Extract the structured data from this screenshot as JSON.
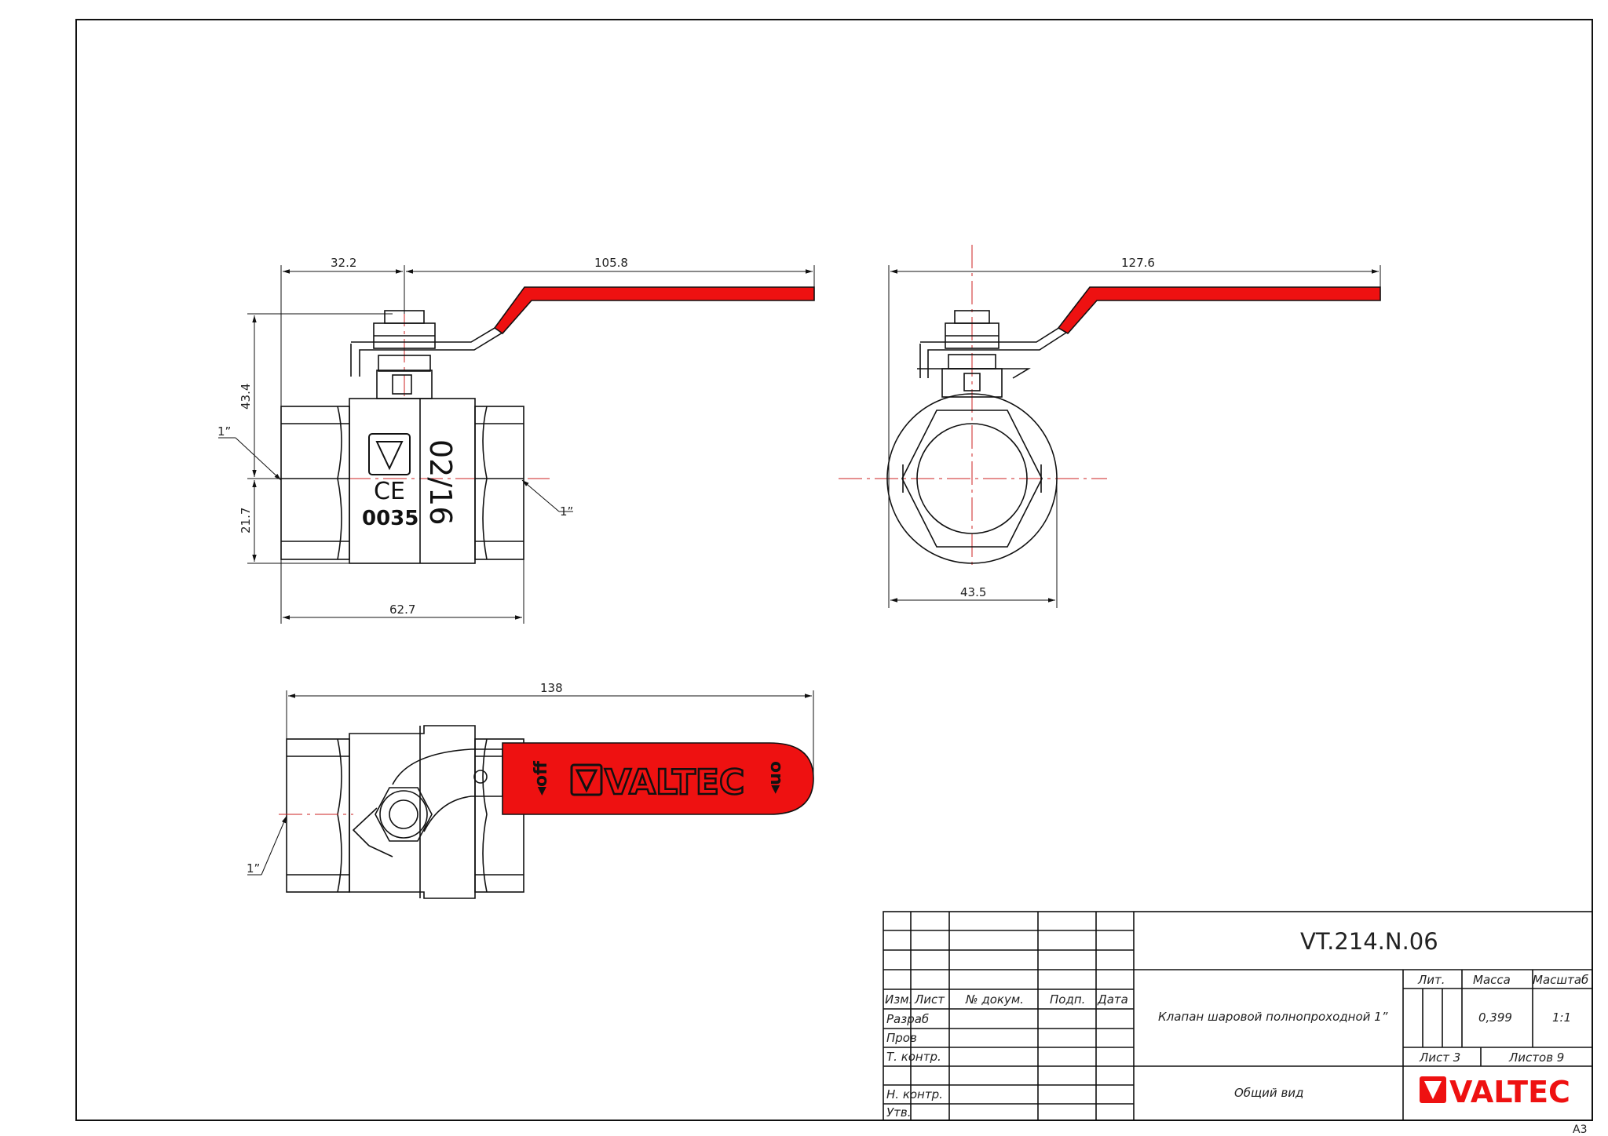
{
  "drawing": {
    "dimensions": {
      "d_32_2": "32.2",
      "d_105_8": "105.8",
      "d_43_4": "43.4",
      "d_21_7": "21.7",
      "d_62_7": "62.7",
      "d_1in_left": "1”",
      "d_1in_right": "1”",
      "d_127_6": "127.6",
      "d_43_5": "43.5",
      "d_138": "138",
      "d_1in_bottom": "1”"
    },
    "body_marks": {
      "date": "02/16",
      "ce": "CE",
      "number": "0035"
    },
    "handle": {
      "off": "◂off",
      "on": "on▸",
      "brand": "VALTEC"
    }
  },
  "title_block": {
    "designation": "VT.214.N.06",
    "headers": {
      "izm": "Изм.",
      "list": "Лист",
      "doc_no": "№ докум.",
      "sign": "Подп.",
      "date": "Дата"
    },
    "roles": {
      "razrab": "Разраб",
      "prov": "Пров",
      "t_kontr": "Т. контр.",
      "n_kontr": "Н. контр.",
      "utv": "Утв."
    },
    "product_name": "Клапан шаровой полнопроходной 1”",
    "view_name": "Общий вид",
    "lit_label": "Лит.",
    "mass_label": "Масса",
    "scale_label": "Масштаб",
    "mass_value": "0,399",
    "scale_value": "1:1",
    "sheet": "Лист 3",
    "sheets": "Листов 9",
    "logo_text": "VALTEC"
  },
  "sheet_format": "A3",
  "colors": {
    "handle_red": "#ee1111",
    "centerline": "#cc2222",
    "line": "#111111"
  }
}
